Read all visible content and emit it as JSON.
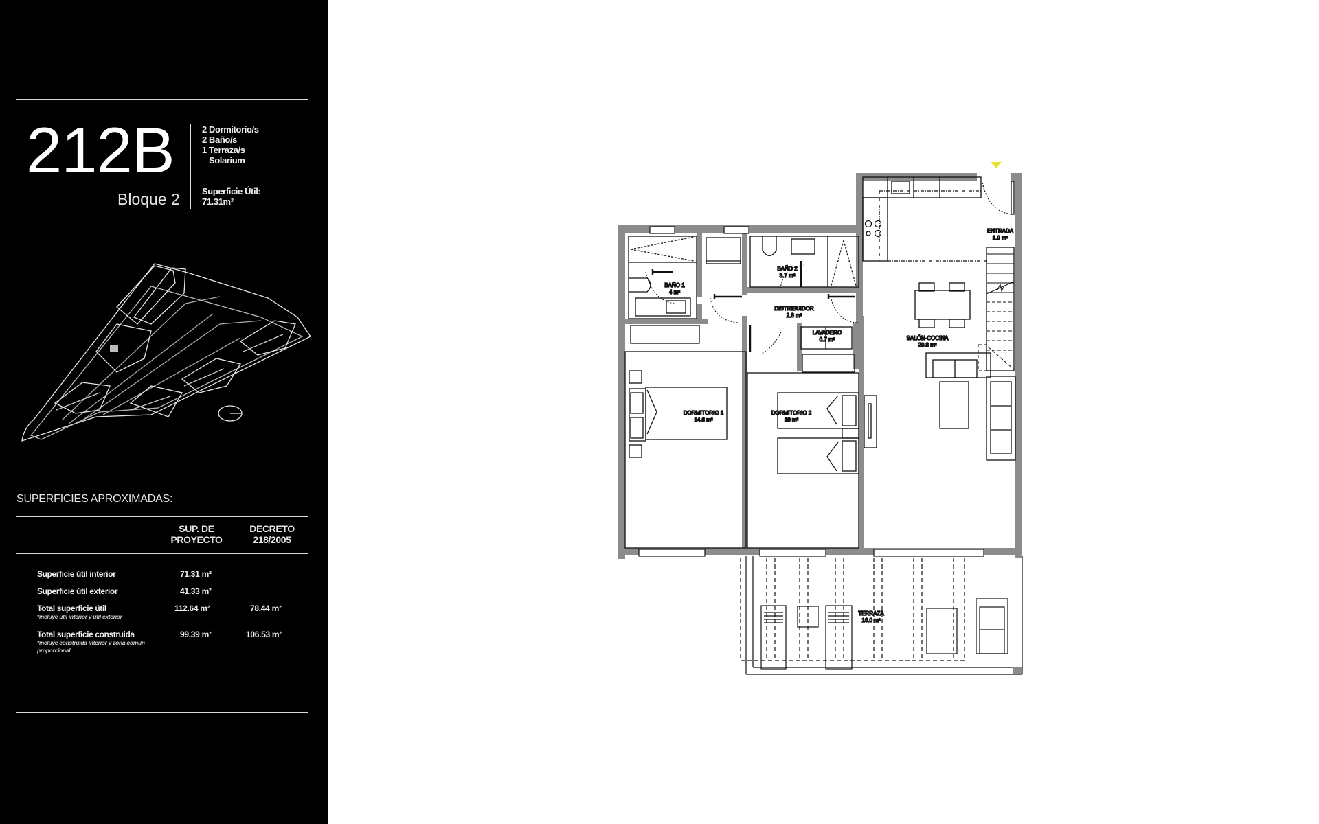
{
  "unit": {
    "code": "212B",
    "block": "Bloque 2",
    "features": [
      "2 Dormitorio/s",
      "2 Baño/s",
      "1 Terraza/s",
      "Solarium"
    ],
    "useful_area_label": "Superficie Útil:",
    "useful_area_value": "71.31m²"
  },
  "surfaces": {
    "title": "SUPERFICIES APROXIMADAS:",
    "columns": [
      "SUP. DE PROYECTO",
      "DECRETO 218/2005"
    ],
    "col1_lines": [
      "SUP. DE",
      "PROYECTO"
    ],
    "col2_lines": [
      "DECRETO",
      "218/2005"
    ],
    "rows": [
      {
        "label": "Superficie útil interior",
        "note": "",
        "proyecto": "71.31 m²",
        "decreto": ""
      },
      {
        "label": "Superficie útil exterior",
        "note": "",
        "proyecto": "41.33 m²",
        "decreto": ""
      },
      {
        "label": "Total superficie útil",
        "note": "*incluye útil interior y útil exterior",
        "proyecto": "112.64 m²",
        "decreto": "78.44 m²"
      },
      {
        "label": "Total superficie construida",
        "note": "*incluye construida interior y zona común proporcional",
        "proyecto": "99.39 m²",
        "decreto": "106.53 m²"
      }
    ]
  },
  "site_map": {
    "icon": "site-axonometric-map",
    "compass": "orientation-compass-icon"
  },
  "floor_plan": {
    "entrance_marker_color": "#e6e22e",
    "wall_color": "#8c8c8c",
    "rooms": [
      {
        "name": "ENTRADA",
        "area": "1.9 m²"
      },
      {
        "name": "BAÑO 1",
        "area": "4 m²"
      },
      {
        "name": "BAÑO 2",
        "area": "3.7 m²"
      },
      {
        "name": "DISTRIBUIDOR",
        "area": "2.8 m²"
      },
      {
        "name": "LAVADERO",
        "area": "0.7 m²"
      },
      {
        "name": "SALÓN-COCINA",
        "area": "29.8 m²"
      },
      {
        "name": "DORMITORIO 1",
        "area": "14.6 m²"
      },
      {
        "name": "DORMITORIO 2",
        "area": "10 m²"
      },
      {
        "name": "TERRAZA",
        "area": "16.0 m²"
      }
    ]
  }
}
